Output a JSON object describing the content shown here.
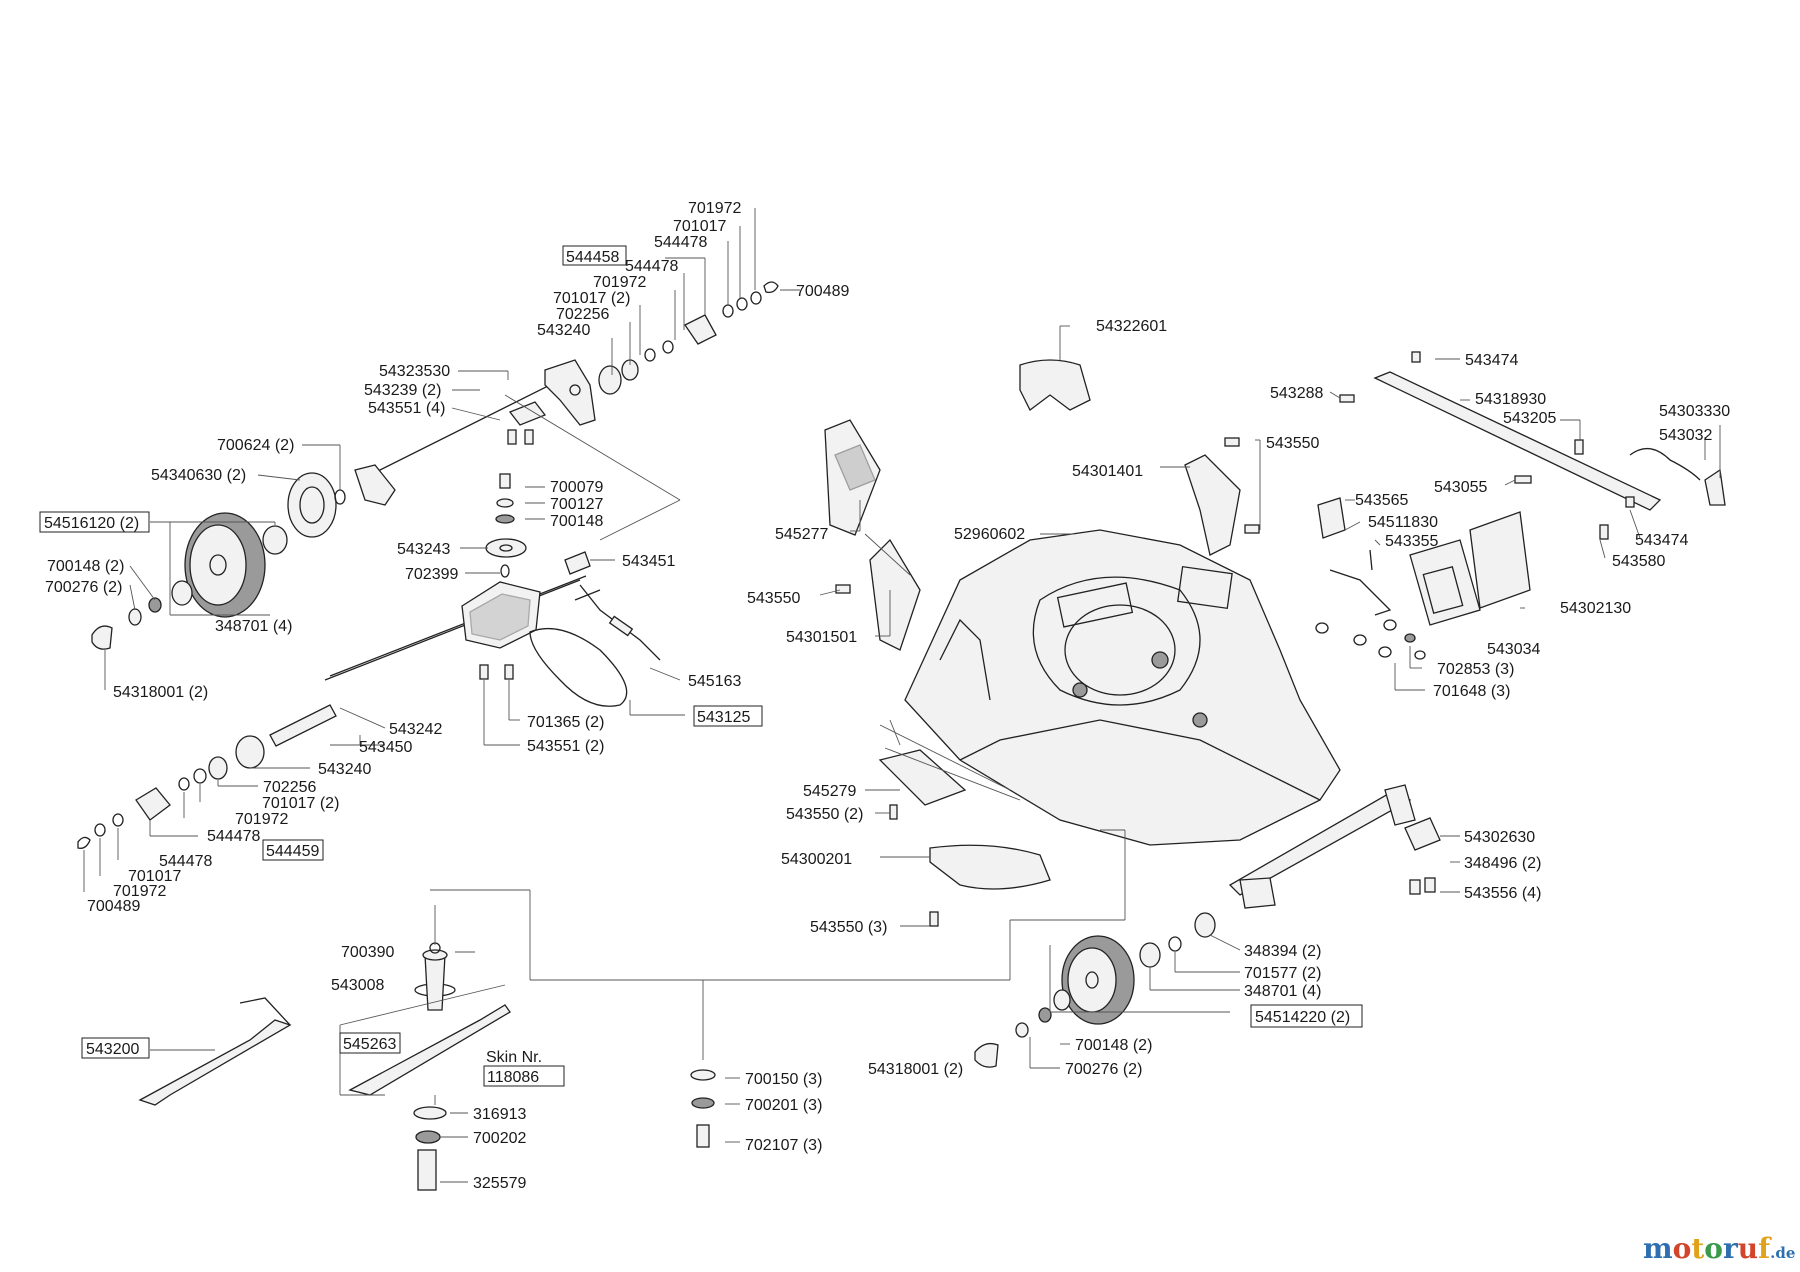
{
  "labels": {
    "p701972_top": "701972",
    "p701017_top": "701017",
    "p544478_top": "544478",
    "p544458": "544458",
    "p544478_b": "544478",
    "p701972_b": "701972",
    "p701017_2": "701017 (2)",
    "p702256_top": "702256",
    "p543240_top": "543240",
    "p700489_top": "700489",
    "p54323530": "54323530",
    "p543239": "543239  (2)",
    "p543551_4": "543551 (4)",
    "p700624": "700624 (2)",
    "p54340630": "54340630 (2)",
    "p54516120": "54516120 (2)",
    "p700148_l": "700148 (2)",
    "p700276_l": "700276 (2)",
    "p348701_l": "348701 (4)",
    "p54318001_l": "54318001 (2)",
    "p700079": "700079",
    "p700127": "700127",
    "p700148_c": "700148",
    "p543243": "543243",
    "p702399": "702399",
    "p543451": "543451",
    "p545163": "545163",
    "p543125": "543125",
    "p701365": "701365 (2)",
    "p543551_2": "543551 (2)",
    "p543242": "543242",
    "p543450": "543450",
    "p543240_b": "543240",
    "p702256_b": "702256",
    "p701017_2b": "701017 (2)",
    "p701972_c": "701972",
    "p544478_c": "544478",
    "p544459": "544459",
    "p544478_d": "544478",
    "p701017_d": "701017",
    "p701972_d": "701972",
    "p700489_d": "700489",
    "p54322601": "54322601",
    "p545277": "545277",
    "p52960602": "52960602",
    "p543550_a": "543550",
    "p54301501": "54301501",
    "p54301401": "54301401",
    "p543550_b": "543550",
    "p543474_a": "543474",
    "p543288": "543288",
    "p54318930": "54318930",
    "p543205": "543205",
    "p54303330": "54303330",
    "p543032": "543032",
    "p543055": "543055",
    "p543565": "543565",
    "p54511830": "54511830",
    "p543355": "543355",
    "p543474_b": "543474",
    "p543580": "543580",
    "p54302130": "54302130",
    "p543034": "543034",
    "p702853": "702853 (3)",
    "p701648": "701648 (3)",
    "p545279": "545279",
    "p543550_2": "543550 (2)",
    "p54300201": "54300201",
    "p543550_3": "543550 (3)",
    "p54302630": "54302630",
    "p348496": "348496 (2)",
    "p543556": "543556 (4)",
    "p348394": "348394 (2)",
    "p701577": "701577 (2)",
    "p348701_r": "348701 (4)",
    "p54514220": "54514220 (2)",
    "p700148_r": "700148 (2)",
    "p54318001_r": "54318001 (2)",
    "p700276_r": "700276 (2)",
    "p700390": "700390",
    "p543008": "543008",
    "p543200": "543200",
    "p545263": "545263",
    "p skin": "Skin Nr.",
    "p118086": "118086",
    "p316913": "316913",
    "p700202": "700202",
    "p325579": "325579",
    "p700150": "700150 (3)",
    "p700201": "700201 (3)",
    "p702107": "702107 (3)"
  },
  "watermark": {
    "text_a": "motoruf",
    "text_b": ".de",
    "colors": [
      "#2f6fb0",
      "#d2452b",
      "#e0a21a",
      "#3a9a4a",
      "#2f6fb0",
      "#d2452b",
      "#e0a21a"
    ]
  }
}
